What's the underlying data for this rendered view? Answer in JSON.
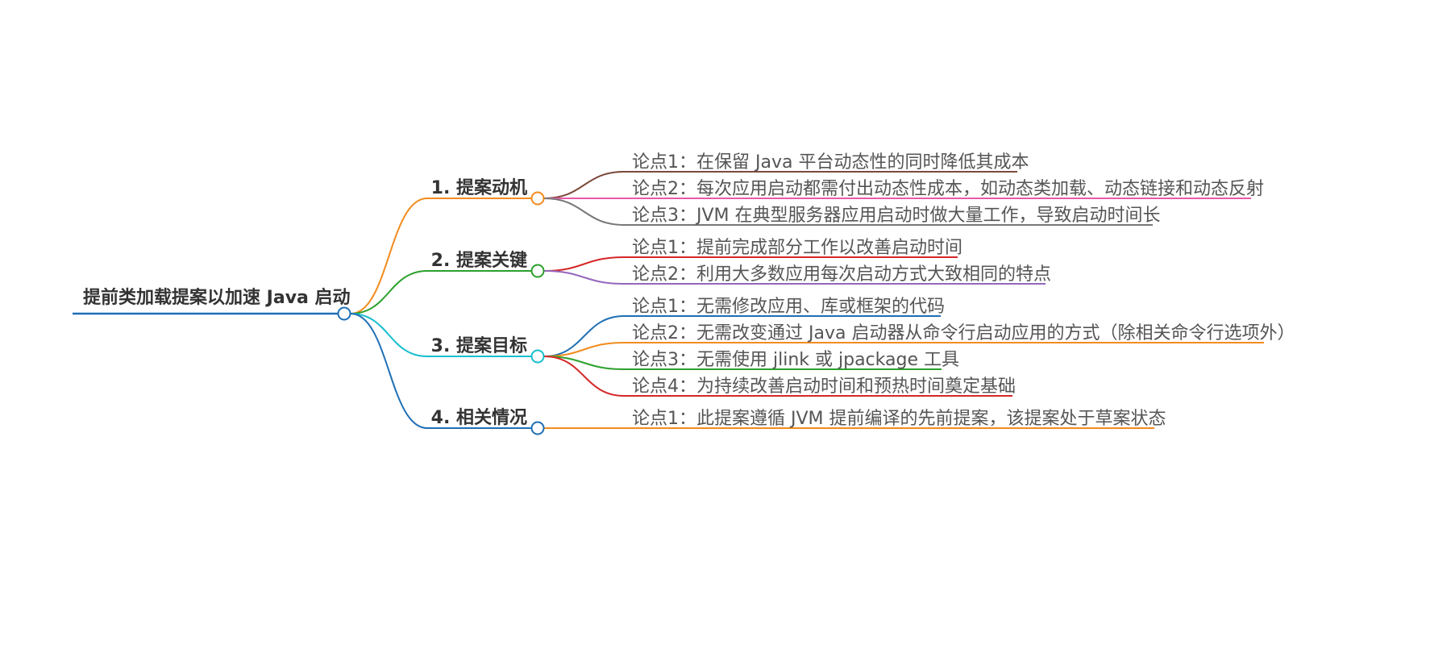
{
  "root": {
    "label": "提前类加载提案以加速 Java 启动",
    "color": "#1f6fb5"
  },
  "branches": [
    {
      "label": "1. 提案动机",
      "color": "#f28c1e",
      "children": [
        {
          "label": "论点1：在保留 Java 平台动态性的同时降低其成本",
          "color": "#7b4a3a"
        },
        {
          "label": "论点2：每次应用启动都需付出动态性成本，如动态类加载、动态链接和动态反射",
          "color": "#e85aa8"
        },
        {
          "label": "论点3：JVM 在典型服务器应用启动时做大量工作，导致启动时间长",
          "color": "#777777"
        }
      ]
    },
    {
      "label": "2. 提案关键",
      "color": "#2ca02c",
      "children": [
        {
          "label": "论点1：提前完成部分工作以改善启动时间",
          "color": "#d62728"
        },
        {
          "label": "论点2：利用大多数应用每次启动方式大致相同的特点",
          "color": "#9467bd"
        }
      ]
    },
    {
      "label": "3. 提案目标",
      "color": "#17becf",
      "children": [
        {
          "label": "论点1：无需修改应用、库或框架的代码",
          "color": "#1f6fb5"
        },
        {
          "label": "论点2：无需改变通过 Java 启动器从命令行启动应用的方式（除相关命令行选项外）",
          "color": "#f28c1e"
        },
        {
          "label": "论点3：无需使用 jlink 或 jpackage 工具",
          "color": "#2ca02c"
        },
        {
          "label": "论点4：为持续改善启动时间和预热时间奠定基础",
          "color": "#d62728"
        }
      ]
    },
    {
      "label": "4. 相关情况",
      "color": "#1f6fb5",
      "children": [
        {
          "label": "论点1：此提案遵循 JVM 提前编译的先前提案，该提案处于草案状态",
          "color": "#f28c1e"
        }
      ]
    }
  ]
}
